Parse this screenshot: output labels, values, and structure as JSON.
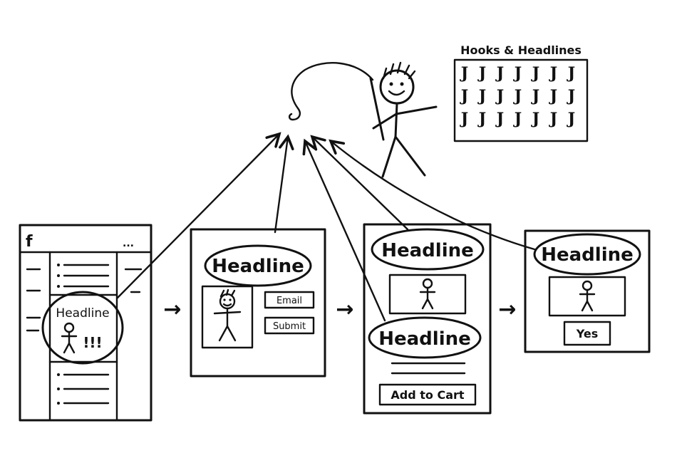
{
  "hooks_panel": {
    "title": "Hooks & Headlines",
    "hook_glyph": "J",
    "rows": 3,
    "cols": 7
  },
  "social_feed": {
    "logo": "f",
    "menu": "...",
    "headline": "Headline",
    "exclaim": "!!!"
  },
  "landing_page": {
    "headline": "Headline",
    "email_button": "Email",
    "submit_button": "Submit"
  },
  "sales_page": {
    "headline_top": "Headline",
    "headline_bottom": "Headline",
    "cart_button": "Add to Cart"
  },
  "upsell_page": {
    "headline": "Headline",
    "yes_button": "Yes"
  },
  "flow_arrow": "→"
}
